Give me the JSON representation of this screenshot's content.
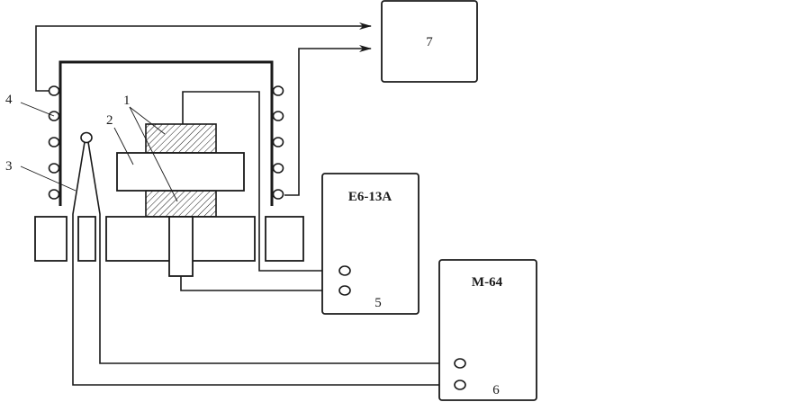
{
  "diagram": {
    "title": "",
    "labels": {
      "sample_electrodes": "1",
      "sample": "2",
      "thermocouple": "3",
      "heater_coil": "4",
      "device_5_number": "5",
      "device_6_number": "6",
      "device_7_number": "7"
    },
    "devices": {
      "device_5_name": "E6-13A",
      "device_6_name": "M-64"
    },
    "colors": {
      "line": "#1a1a1a",
      "background": "#ffffff"
    }
  }
}
